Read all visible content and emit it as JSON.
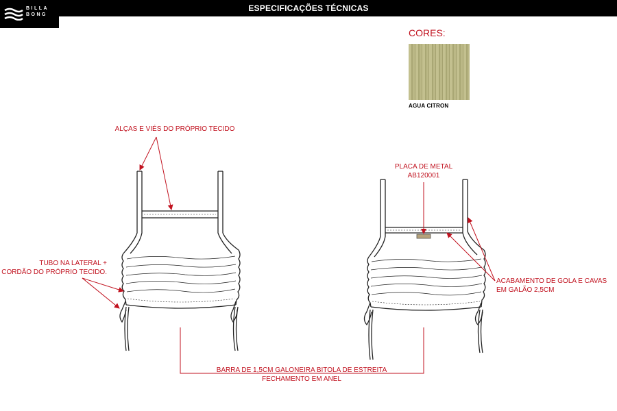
{
  "header": {
    "title": "ESPECIFICAÇÕES TÉCNICAS",
    "logo_line1": "BILLA",
    "logo_line2": "BONG"
  },
  "colors_panel": {
    "label": "CORES:",
    "swatch_name": "AGUA CITRON",
    "swatch_color": "#b8b583"
  },
  "annotations": {
    "straps": "ALÇAS E VIÉS DO PRÓPRIO TECIDO",
    "tube_line1": "TUBO NA LATERAL +",
    "tube_line2": "CORDÃO DO PRÓPRIO TECIDO.",
    "plate_line1": "PLACA DE METAL",
    "plate_line2": "AB120001",
    "finish_line1": "ACABAMENTO DE GOLA E CAVAS",
    "finish_line2": "EM GALÃO 2,5CM",
    "hem_line1": "BARRA DE 1,5CM GALONEIRA BITOLA DE ESTREITA",
    "hem_line2": "FECHAMENTO EM ANEL"
  },
  "accent_color": "#c1121f"
}
